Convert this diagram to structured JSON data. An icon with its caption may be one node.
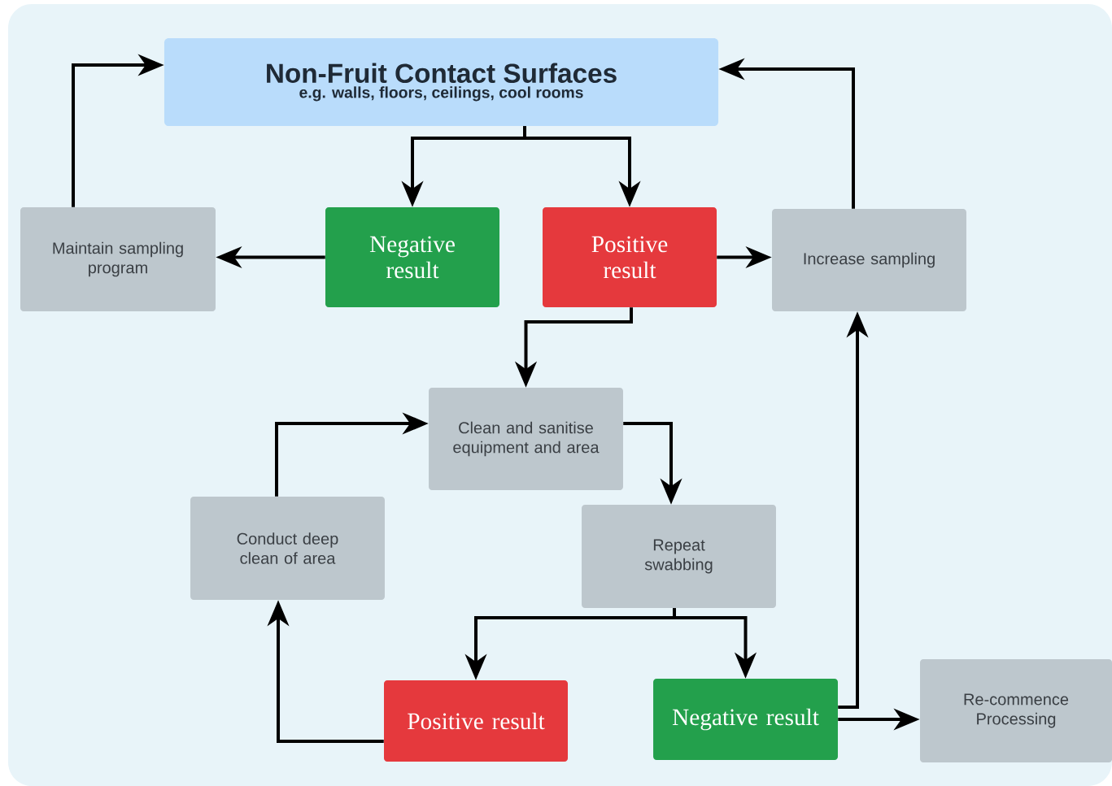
{
  "diagram": {
    "nodes": [
      {
        "text": [
          "Non-Fruit Contact Surfaces",
          "e.g. walls, floors, ceilings, cool rooms"
        ]
      },
      {
        "text": [
          "Maintain sampling program"
        ]
      },
      {
        "text": [
          "Negative result"
        ]
      },
      {
        "text": [
          "Positive result"
        ]
      },
      {
        "text": [
          "Increase sampling"
        ]
      },
      {
        "text": [
          "Clean and sanitise equipment and area"
        ]
      },
      {
        "text": [
          "Conduct deep clean of area"
        ]
      },
      {
        "text": [
          "Repeat swabbing"
        ]
      },
      {
        "text": [
          "Positive result"
        ]
      },
      {
        "text": [
          "Negative result"
        ]
      },
      {
        "text": [
          "Re-commence Processing"
        ]
      }
    ],
    "edges": [
      {
        "from": 0,
        "to": 2,
        "arrow": "to"
      },
      {
        "from": 0,
        "to": 3,
        "arrow": "to"
      },
      {
        "from": 2,
        "to": 1,
        "arrow": "to"
      },
      {
        "from": 3,
        "to": 4,
        "arrow": "to"
      },
      {
        "from": 1,
        "to": 0,
        "arrow": "to"
      },
      {
        "from": 4,
        "to": 0,
        "arrow": "to"
      },
      {
        "from": 3,
        "to": 5,
        "arrow": "to"
      },
      {
        "from": 5,
        "to": 7,
        "arrow": "to"
      },
      {
        "from": 6,
        "to": 5,
        "arrow": "to"
      },
      {
        "from": 7,
        "to": 8,
        "arrow": "to"
      },
      {
        "from": 7,
        "to": 9,
        "arrow": "to"
      },
      {
        "from": 8,
        "to": 6,
        "arrow": "to"
      },
      {
        "from": 9,
        "to": 4,
        "arrow": "to"
      },
      {
        "from": 9,
        "to": 10,
        "arrow": "to"
      }
    ]
  }
}
